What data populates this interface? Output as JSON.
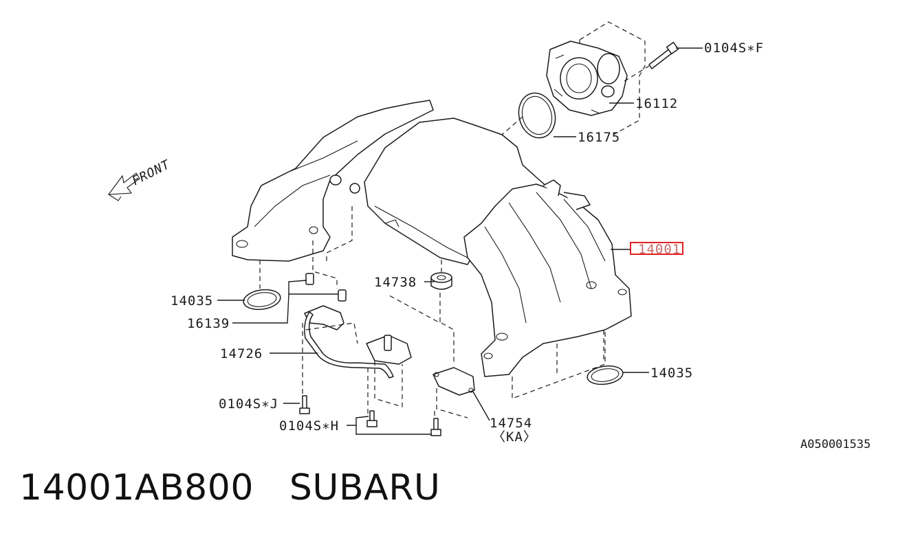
{
  "diagram": {
    "front_label": "FRONT",
    "ref_code": "A050001535",
    "highlight_color": "#e32020",
    "callouts": [
      {
        "id": "bolt-f",
        "text": "0104S∗F"
      },
      {
        "id": "throttle-body",
        "text": "16112"
      },
      {
        "id": "throttle-gasket",
        "text": "16175"
      },
      {
        "id": "intake-manifold",
        "text": "14001"
      },
      {
        "id": "mount-grommet",
        "text": "14738"
      },
      {
        "id": "gasket-left",
        "text": "14035"
      },
      {
        "id": "nipple",
        "text": "16139"
      },
      {
        "id": "pipe",
        "text": "14726"
      },
      {
        "id": "gasket-right",
        "text": "14035"
      },
      {
        "id": "bolt-j",
        "text": "0104S∗J"
      },
      {
        "id": "bolt-h",
        "text": "0104S∗H"
      },
      {
        "id": "plate",
        "text": "14754"
      },
      {
        "id": "plate-note",
        "text": "〈KA〉"
      }
    ]
  },
  "caption": {
    "part_number": "14001AB800",
    "brand": "SUBARU"
  }
}
